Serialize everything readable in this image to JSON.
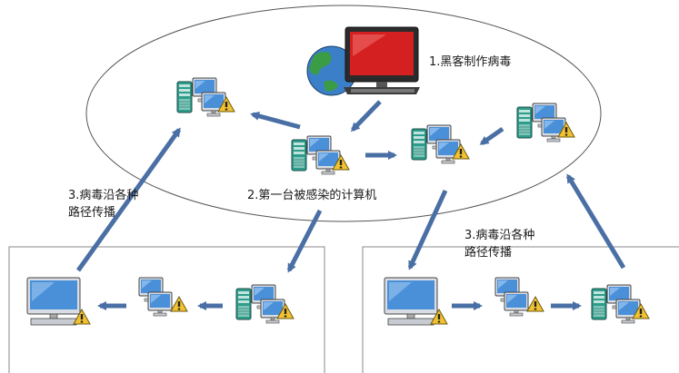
{
  "labels": {
    "hacker": "1.黑客制作病毒",
    "first_infected": "2.第一台被感染的计算机",
    "spread_left_line1": "3.病毒沿各种",
    "spread_left_line2": "路径传播",
    "spread_right_line1": "3.病毒沿各种",
    "spread_right_line2": "路径传播"
  },
  "colors": {
    "arrow": "#4a6fa5",
    "warning": "#f2c230",
    "screen": "#4a90d9",
    "hacker_screen": "#d42020",
    "tower": "#2e9c8a",
    "globe_land": "#3b9c46",
    "globe_water": "#3a7fc8"
  },
  "icons": {
    "hacker": "hacker-computer-icon",
    "workstation": "workstation-icon",
    "desktop": "desktop-monitor-icon",
    "warning": "warning-icon"
  }
}
